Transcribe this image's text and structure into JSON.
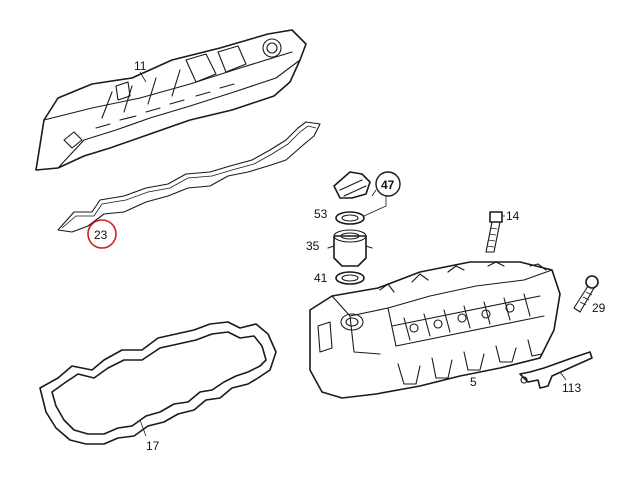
{
  "callouts": {
    "cover": "11",
    "top_gasket": "23",
    "kit": "47",
    "seal_top": "53",
    "filler_neck": "35",
    "seal_bottom": "41",
    "bolt": "14",
    "cylinder_head": "5",
    "screw": "29",
    "bracket": "113",
    "bottom_gasket": "17"
  },
  "colors": {
    "line": "#1a1a1a",
    "highlight_circle": "#cc2222",
    "kit_circle": "#1a1a1a"
  }
}
